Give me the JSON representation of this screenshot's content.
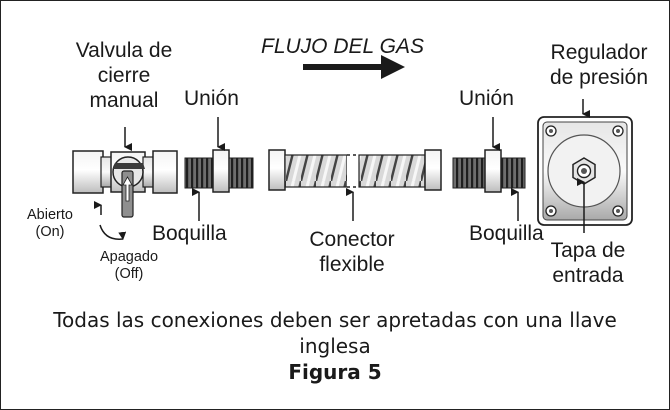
{
  "labels": {
    "flow": "FLUJO DEL GAS",
    "valve_line1": "Valvula de",
    "valve_line2": "cierre",
    "valve_line3": "manual",
    "union_left": "Unión",
    "union_right": "Unión",
    "regulator_line1": "Regulador",
    "regulator_line2": "de presión",
    "open_line1": "Abierto",
    "open_line2": "(On)",
    "closed_line1": "Apagado",
    "closed_line2": "(Off)",
    "nozzle_left": "Boquilla",
    "nozzle_right": "Boquilla",
    "connector_line1": "Conector",
    "connector_line2": "flexible",
    "inlet_line1": "Tapa de",
    "inlet_line2": "entrada"
  },
  "caption": {
    "line1": "Todas las conexiones deben ser apretadas con una llave",
    "line2": "inglesa",
    "figure": "Figura 5"
  }
}
